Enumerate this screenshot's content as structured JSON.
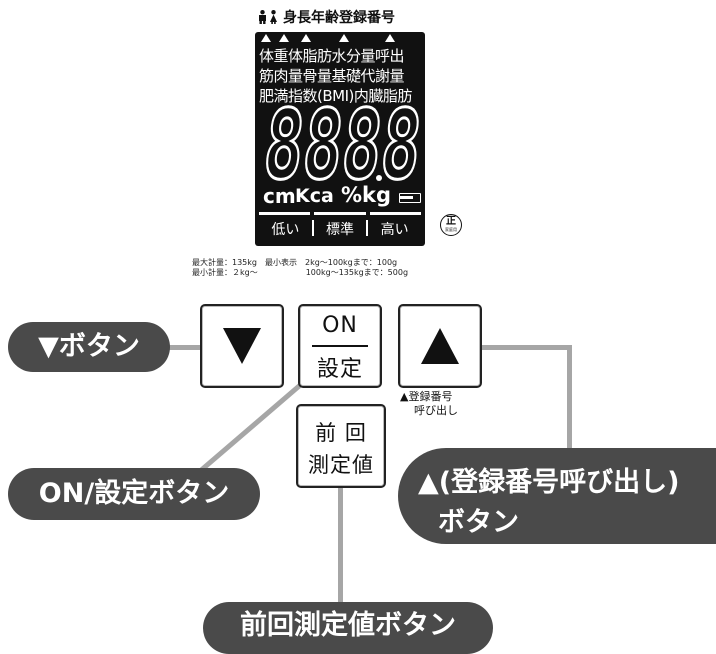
{
  "display": {
    "header_label": "身長年齢登録番号",
    "lcd_line1": "体重体脂肪水分量呼出",
    "lcd_line2": "筋肉量骨量基礎代謝量",
    "lcd_line3": "肥満指数(BMI)内臓脂肪",
    "digits": "8888",
    "unit_cm": "cm",
    "unit_kcal": "Kca",
    "unit_percent": "%",
    "unit_kg": "kg",
    "level_low": "低い",
    "level_standard": "標準",
    "level_high": "高い"
  },
  "cert_mark": {
    "main": "正",
    "sub": "家庭用"
  },
  "specs": {
    "line1": "最大計量：135kg　最小表示　2kg～100kgまで：100g",
    "line2": "最小計量：２kg～　　　　　　100kg～135kgまで：500g"
  },
  "buttons": {
    "on_top": "ON",
    "on_bottom": "設定",
    "prev_top": "前 回",
    "prev_bottom": "測定値",
    "up_caption_line1": "▲登録番号",
    "up_caption_line2": "呼び出し"
  },
  "callouts": {
    "down_button": "▼ボタン",
    "on_button": "ON/設定ボタン",
    "up_button_line1": "▲(登録番号呼び出し)",
    "up_button_line2": "ボタン",
    "prev_button": "前回測定値ボタン"
  }
}
